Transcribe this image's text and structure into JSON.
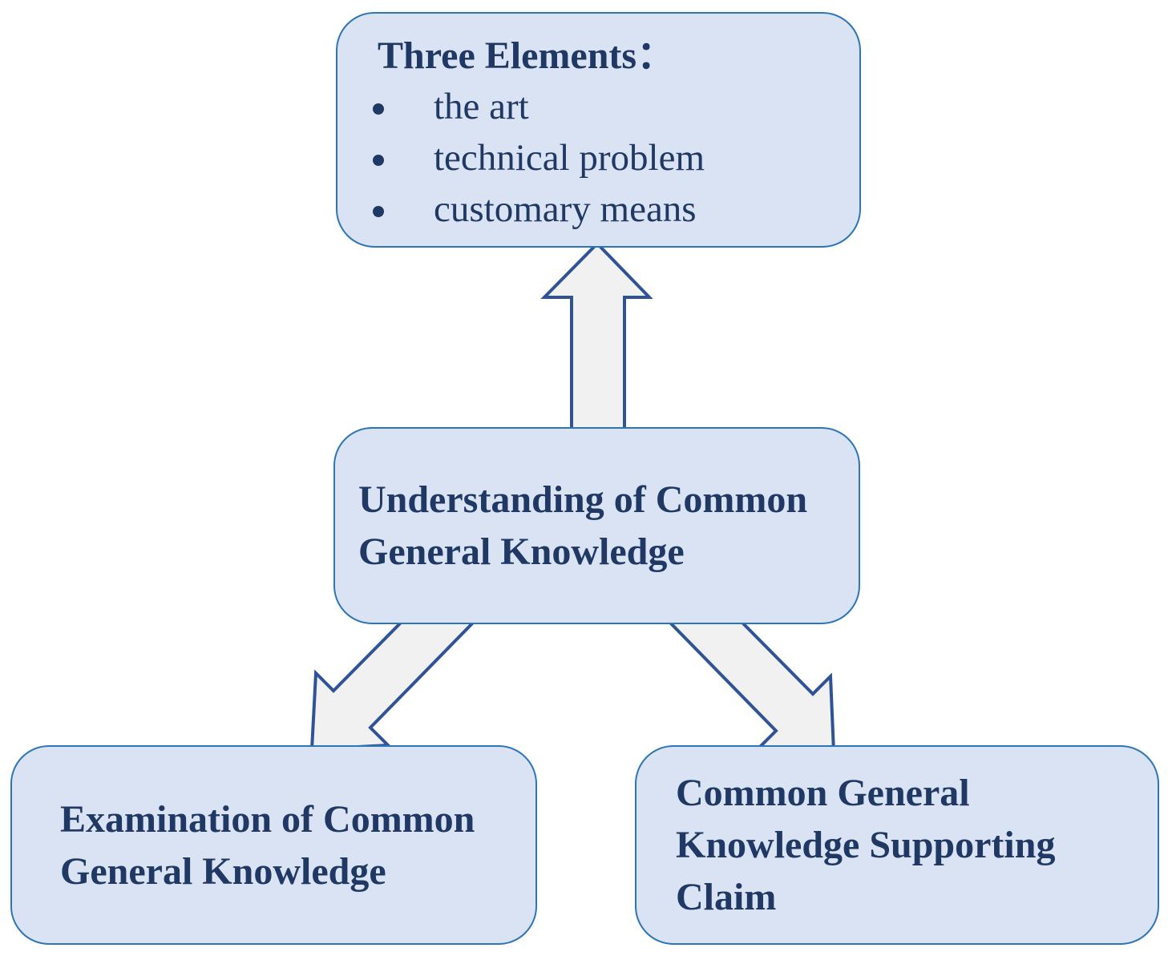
{
  "diagram": {
    "top_box": {
      "title": "Three Elements：",
      "bullets": [
        "the art",
        "technical problem",
        "customary means"
      ]
    },
    "middle_box": {
      "label": "Understanding of Common General Knowledge"
    },
    "bottom_left_box": {
      "label": "Examination of Common General Knowledge"
    },
    "bottom_right_box": {
      "label": "Common General Knowledge Supporting Claim"
    },
    "connections": [
      {
        "from": "middle_box",
        "to": "top_box",
        "direction": "up"
      },
      {
        "from": "middle_box",
        "to": "bottom_left_box",
        "direction": "down-left"
      },
      {
        "from": "middle_box",
        "to": "bottom_right_box",
        "direction": "down-right"
      }
    ],
    "colors": {
      "box_fill": "#DAE3F3",
      "box_border": "#2E75B6",
      "arrow_fill": "#F1F1F2",
      "arrow_border": "#2F5496",
      "text": "#1F3864",
      "background": "#FFFFFF"
    }
  }
}
